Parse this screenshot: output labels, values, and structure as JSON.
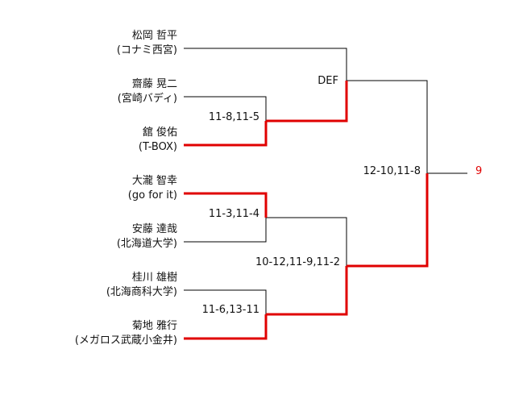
{
  "colors": {
    "line": "#000000",
    "winner": "#e00000",
    "result_text": "#e00000"
  },
  "players": [
    {
      "name": "松岡 哲平",
      "team": "(コナミ西宮)"
    },
    {
      "name": "齋藤 晃二",
      "team": "(宮崎バディ)"
    },
    {
      "name": "舘 俊佑",
      "team": "(T-BOX)"
    },
    {
      "name": "大瀧 智幸",
      "team": "(go for it)"
    },
    {
      "name": "安藤 達哉",
      "team": "(北海道大学)"
    },
    {
      "name": "桂川 雄樹",
      "team": "(北海商科大学)"
    },
    {
      "name": "菊地 雅行",
      "team": "(メガロス武蔵小金井)"
    }
  ],
  "scores": {
    "r1_m1": "11-8,11-5",
    "r1_m2": "11-3,11-4",
    "r1_m3": "11-6,13-11",
    "r2_m1": "DEF",
    "r2_m2": "10-12,11-9,11-2",
    "final": "12-10,11-8"
  },
  "result": "9"
}
